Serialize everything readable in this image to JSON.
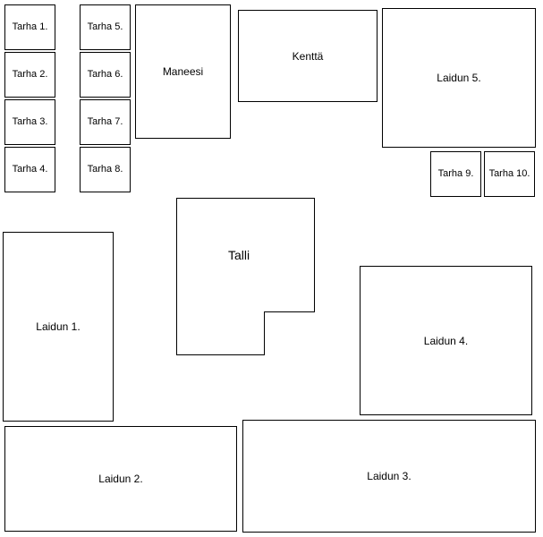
{
  "plan": {
    "tarhat": [
      {
        "id": "tarha-1",
        "label": "Tarha 1."
      },
      {
        "id": "tarha-2",
        "label": "Tarha 2."
      },
      {
        "id": "tarha-3",
        "label": "Tarha 3."
      },
      {
        "id": "tarha-4",
        "label": "Tarha 4."
      },
      {
        "id": "tarha-5",
        "label": "Tarha 5."
      },
      {
        "id": "tarha-6",
        "label": "Tarha 6."
      },
      {
        "id": "tarha-7",
        "label": "Tarha 7."
      },
      {
        "id": "tarha-8",
        "label": "Tarha 8."
      },
      {
        "id": "tarha-9",
        "label": "Tarha 9."
      },
      {
        "id": "tarha-10",
        "label": "Tarha 10."
      }
    ],
    "maneesi": {
      "label": "Maneesi"
    },
    "kentta": {
      "label": "Kenttä"
    },
    "talli": {
      "label": "Talli"
    },
    "laitumet": [
      {
        "id": "laidun-1",
        "label": "Laidun 1."
      },
      {
        "id": "laidun-2",
        "label": "Laidun 2."
      },
      {
        "id": "laidun-3",
        "label": "Laidun 3."
      },
      {
        "id": "laidun-4",
        "label": "Laidun 4."
      },
      {
        "id": "laidun-5",
        "label": "Laidun 5."
      }
    ]
  }
}
